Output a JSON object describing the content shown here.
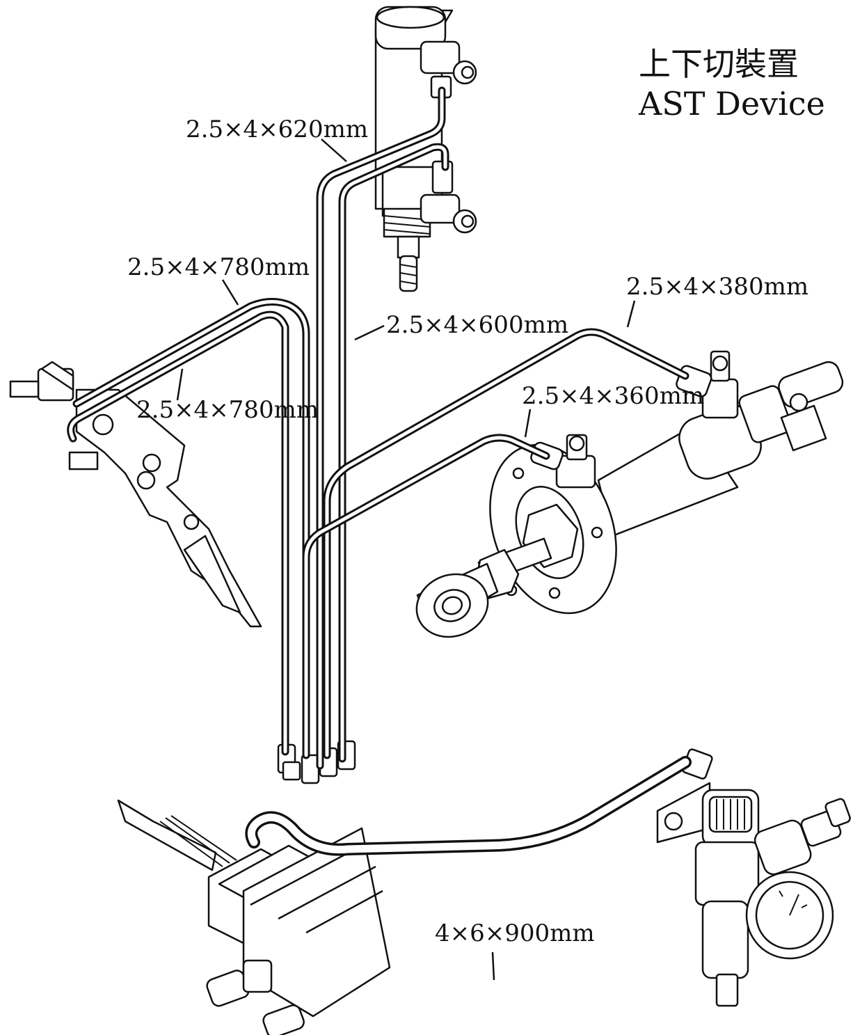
{
  "title": {
    "zh": "上下切裝置",
    "en": "AST Device"
  },
  "tube_labels": {
    "t620": "2.5×4×620mm",
    "t780a": "2.5×4×780mm",
    "t780b": "2.5×4×780mm",
    "t600": "2.5×4×600mm",
    "t380": "2.5×4×380mm",
    "t360": "2.5×4×360mm",
    "t900": "4×6×900mm"
  }
}
